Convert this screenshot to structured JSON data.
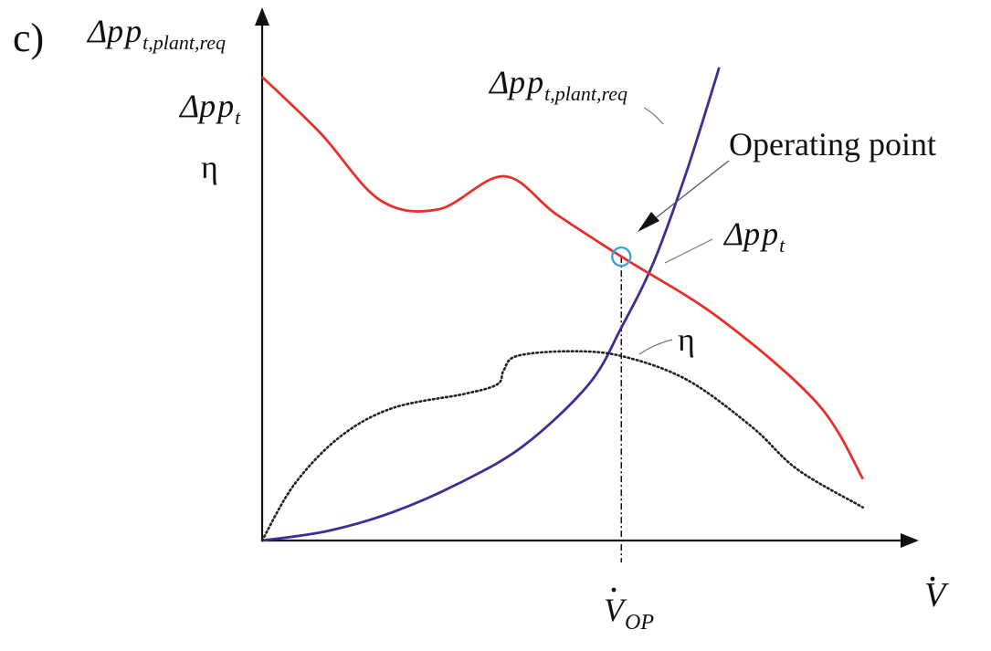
{
  "panel_label": "c)",
  "chart_data": {
    "type": "line",
    "xlabel": "V",
    "ylabels": [
      "Δp",
      "Δp",
      "η"
    ],
    "ylabel_subscripts": [
      "t,plant,req",
      "t",
      ""
    ],
    "x_marker_label": "V",
    "x_marker_subscript": "OP",
    "annotations": {
      "operating_point": "Operating point"
    },
    "series": [
      {
        "name": "Δp",
        "name_subscript": "t,plant,req",
        "color": "#3a2f96",
        "style": "solid",
        "points": [
          [
            0.0,
            0.0
          ],
          [
            0.1,
            0.02
          ],
          [
            0.2,
            0.06
          ],
          [
            0.3,
            0.12
          ],
          [
            0.4,
            0.2
          ],
          [
            0.5,
            0.33
          ],
          [
            0.55,
            0.45
          ],
          [
            0.6,
            0.59
          ],
          [
            0.65,
            0.78
          ],
          [
            0.7,
            1.0
          ]
        ]
      },
      {
        "name": "Δp",
        "name_subscript": "t",
        "color": "#e8302a",
        "style": "solid",
        "points": [
          [
            0.0,
            0.98
          ],
          [
            0.09,
            0.86
          ],
          [
            0.18,
            0.72
          ],
          [
            0.27,
            0.7
          ],
          [
            0.37,
            0.77
          ],
          [
            0.45,
            0.69
          ],
          [
            0.55,
            0.6
          ],
          [
            0.7,
            0.47
          ],
          [
            0.85,
            0.29
          ],
          [
            0.92,
            0.13
          ]
        ]
      },
      {
        "name": "η",
        "name_subscript": "",
        "color": "#222222",
        "style": "dotted",
        "points": [
          [
            0.0,
            0.0
          ],
          [
            0.05,
            0.12
          ],
          [
            0.12,
            0.22
          ],
          [
            0.2,
            0.28
          ],
          [
            0.31,
            0.31
          ],
          [
            0.36,
            0.33
          ],
          [
            0.37,
            0.36
          ],
          [
            0.39,
            0.39
          ],
          [
            0.47,
            0.4
          ],
          [
            0.55,
            0.39
          ],
          [
            0.65,
            0.34
          ],
          [
            0.75,
            0.24
          ],
          [
            0.82,
            0.15
          ],
          [
            0.92,
            0.07
          ]
        ]
      }
    ],
    "operating_point": {
      "x": 0.55,
      "y": 0.6
    },
    "xlim": [
      0,
      1
    ],
    "ylim": [
      0,
      1.1
    ],
    "grid": false,
    "legend": "none"
  }
}
